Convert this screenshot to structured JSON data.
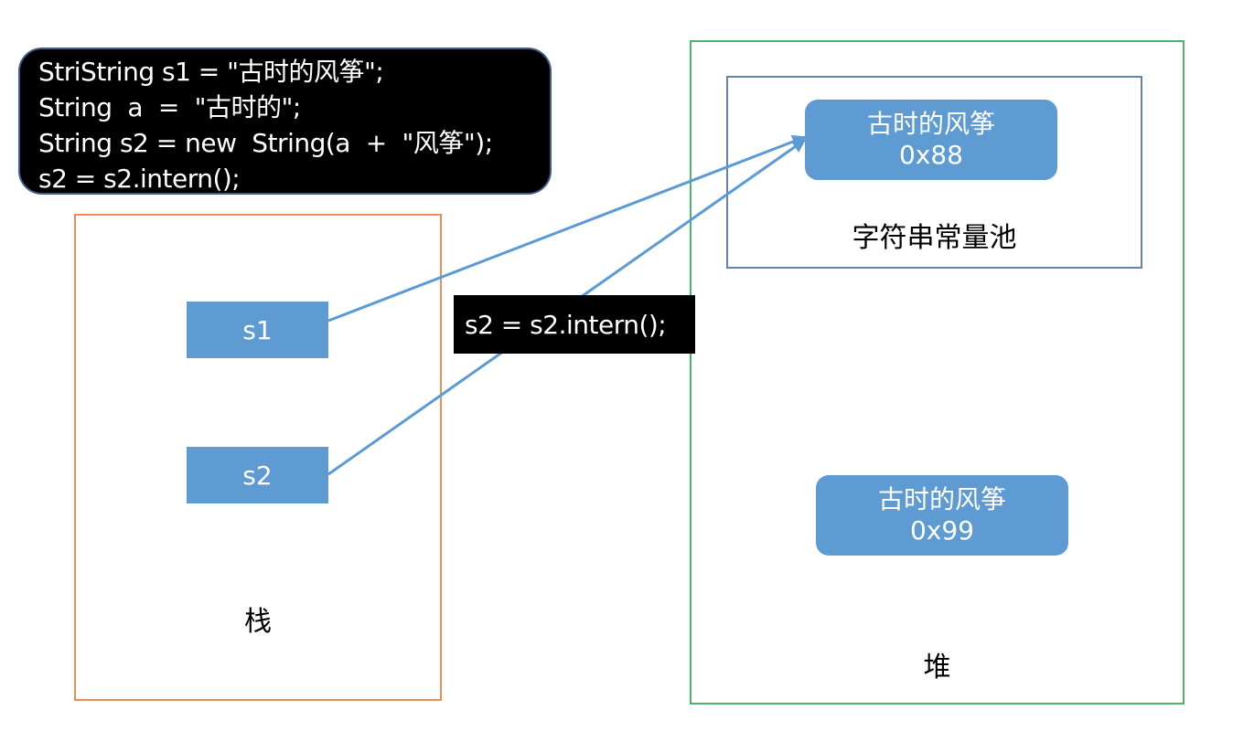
{
  "code": {
    "lines": [
      "StriString s1 = \"古时的风筝\";",
      "String  a  =  \"古时的\";",
      "String s2 = new  String(a  +  \"风筝\");",
      "s2 = s2.intern();"
    ]
  },
  "stack": {
    "label": "栈",
    "vars": [
      {
        "name": "s1"
      },
      {
        "name": "s2"
      }
    ]
  },
  "heap": {
    "label": "堆",
    "pool": {
      "label": "字符串常量池",
      "object": {
        "value": "古时的风筝",
        "address": "0x88"
      }
    },
    "object": {
      "value": "古时的风筝",
      "address": "0x99"
    }
  },
  "annotation": "s2 = s2.intern();",
  "colors": {
    "box_fill": "#5f9bd3",
    "arrow": "#5b9bd5",
    "stack_border": "#ed8e54",
    "heap_border": "#4cb56c",
    "pool_border": "#6383ae"
  }
}
